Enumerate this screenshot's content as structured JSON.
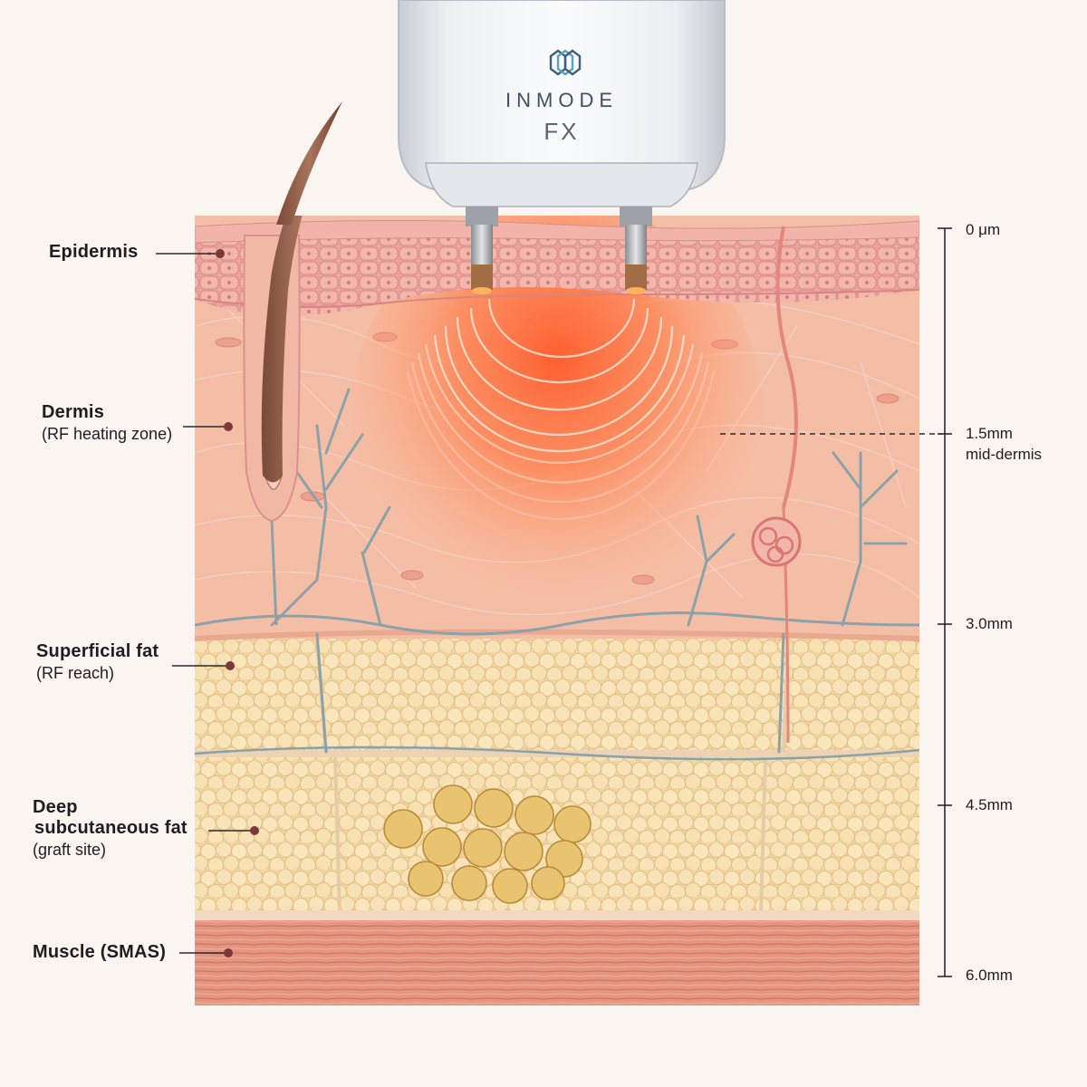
{
  "device": {
    "brand": "INMODE",
    "model": "FX"
  },
  "layers": {
    "epidermis": {
      "title": "Epidermis"
    },
    "dermis": {
      "title": "Dermis",
      "sub": "(RF heating zone)"
    },
    "superficial_fat": {
      "title": "Superficial fat",
      "sub": "(RF reach)"
    },
    "deep_fat": {
      "title_line1": "Deep",
      "title_line2": "subcutaneous fat",
      "sub": "(graft site)"
    },
    "muscle": {
      "title": "Muscle (SMAS)"
    }
  },
  "depth_scale": {
    "d0": "0 μm",
    "d1": "1.5mm",
    "d1_note": "mid-dermis",
    "d2": "3.0mm",
    "d3": "4.5mm",
    "d4": "6.0mm"
  },
  "colors": {
    "background": "#faf5f0",
    "epidermis": "#eba29d",
    "dermis": "#f4bea6",
    "heat": "#ff6a3a",
    "fat": "#f6dca8",
    "fat_cell_stroke": "#e3c28a",
    "muscle": "#e79a86",
    "vessel": "#8a9ea6",
    "hair": "#8c5a45",
    "device_body": "#f1f2f4"
  }
}
